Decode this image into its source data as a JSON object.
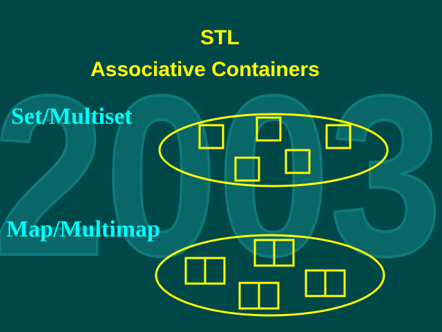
{
  "slide": {
    "watermark_text": "2003",
    "title_line1": "STL",
    "title_line2": "Associative Containers",
    "set_label": "Set/Multiset",
    "map_label": "Map/Multimap",
    "colors": {
      "background": "#004848",
      "title": "#ffff00",
      "label": "#00ffff",
      "outline": "#ffff00",
      "watermark": "#0a6a6a"
    }
  }
}
